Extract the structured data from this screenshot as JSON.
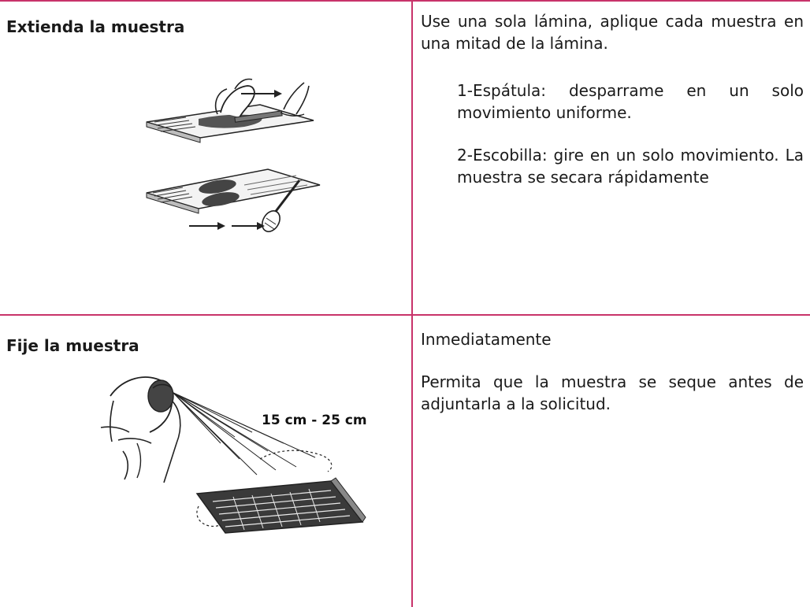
{
  "rows": [
    {
      "heading": "Extienda la muestra",
      "paragraphs": [
        "Use una sola lámina, aplique cada muestra en una mitad de la lámina.",
        "1-Espátula: desparrame en un solo movimiento uniforme.",
        "2-Escobilla: gire en un solo movimiento. La muestra se secara rápidamente"
      ],
      "illustration_icon": "smear-slides-illustration"
    },
    {
      "heading": "Fije la muestra",
      "paragraphs": [
        "Inmediatamente",
        "Permita que la muestra se seque antes de adjuntarla a la solicitud."
      ],
      "illustration_icon": "spray-fixative-illustration",
      "illustration_label": "15 cm - 25 cm"
    }
  ],
  "colors": {
    "rule": "#c8336a",
    "text": "#1a1a1a"
  }
}
